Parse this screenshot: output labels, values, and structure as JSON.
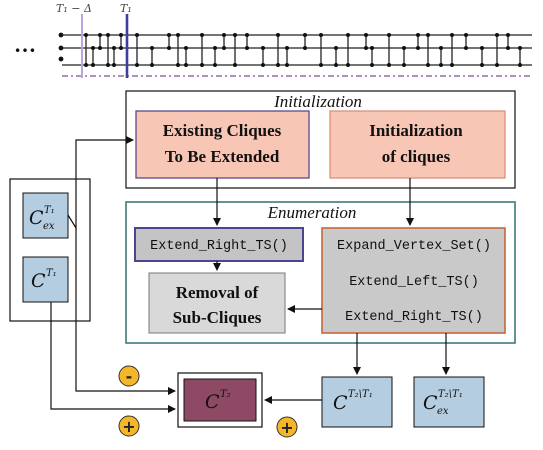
{
  "timeline": {
    "ellipsis": "…",
    "label_left": "T₁ − Δ",
    "label_right": "T₁",
    "colors": {
      "window_start": "#b9a7d9",
      "window_end": "#3b3f9e",
      "dashdot": "#7a4fa0"
    }
  },
  "initialization": {
    "title": "Initialization",
    "existing": {
      "line1": "Existing Cliques",
      "line2": "To Be Extended"
    },
    "init": {
      "line1": "Initialization",
      "line2": "of cliques"
    }
  },
  "enumeration": {
    "title": "Enumeration",
    "extend_right_single": "Extend_Right_TS()",
    "removal": {
      "line1": "Removal of",
      "line2": "Sub-Cliques"
    },
    "functions": [
      "Expand_Vertex_Set()",
      "Extend_Left_TS()",
      "Extend_Right_TS()"
    ]
  },
  "sets": {
    "c_ex_t1": {
      "base": "C",
      "sup": "T₁",
      "sub": "ex"
    },
    "c_t1": {
      "base": "C",
      "sup": "T₁"
    },
    "c_t2": {
      "base": "C",
      "sup": "T₂"
    },
    "c_t2_minus_t1": {
      "base": "C",
      "sup": "T₂\\T₁"
    },
    "c_ex_t2_minus_t1": {
      "base": "C",
      "sup": "T₂\\T₁",
      "sub": "ex"
    }
  },
  "badges": {
    "minus": "-",
    "plus_left": "+",
    "plus_right": "+"
  },
  "colors": {
    "salmon": "#f8c6b5",
    "salmon_border": "#d98a76",
    "light_blue": "#b5cde0",
    "grey": "#d0d0d0",
    "dark_grey": "#c4c4c4",
    "purple_border": "#4a4590",
    "teal_border": "#3e7a78",
    "orange_border": "#c3683b",
    "plum": "#8e4a64",
    "badge": "#f5b72a"
  }
}
